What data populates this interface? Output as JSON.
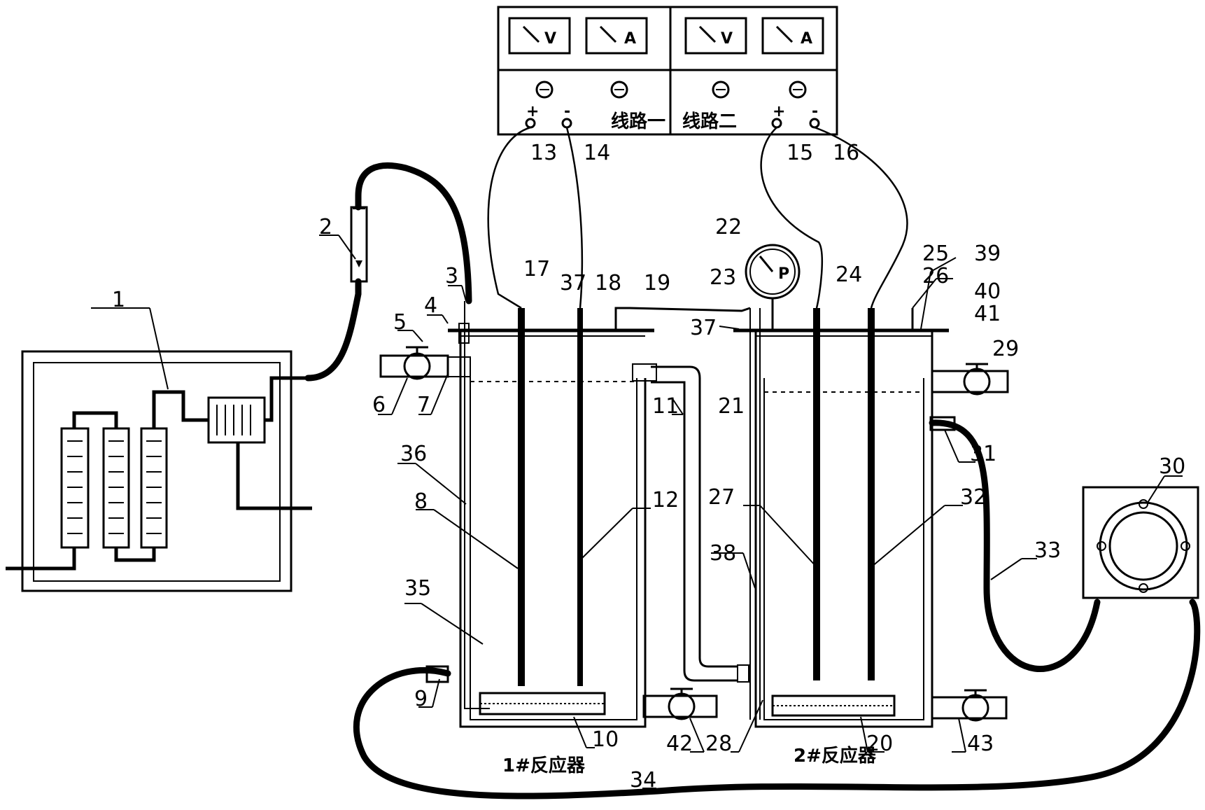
{
  "power_supply": {
    "circuit_one": "线路一",
    "circuit_two": "线路二",
    "meters": [
      {
        "unit": "V"
      },
      {
        "unit": "A"
      },
      {
        "unit": "V"
      },
      {
        "unit": "A"
      }
    ],
    "polarity": {
      "plus": "+",
      "minus": "-"
    }
  },
  "reactors": {
    "reactor_1": "1#反应器",
    "reactor_2": "2#反应器"
  },
  "gauge": {
    "symbol": "P"
  },
  "labels": {
    "n1": "1",
    "n2": "2",
    "n3": "3",
    "n4": "4",
    "n5": "5",
    "n6": "6",
    "n7": "7",
    "n8": "8",
    "n9": "9",
    "n10": "10",
    "n11": "11",
    "n12": "12",
    "n13": "13",
    "n14": "14",
    "n15": "15",
    "n16": "16",
    "n17": "17",
    "n18": "18",
    "n19": "19",
    "n20": "20",
    "n21": "21",
    "n22": "22",
    "n23": "23",
    "n24": "24",
    "n25": "25",
    "n26": "26",
    "n27": "27",
    "n28": "28",
    "n29": "29",
    "n30": "30",
    "n31": "31",
    "n32": "32",
    "n33": "33",
    "n34": "34",
    "n35": "35",
    "n36": "36",
    "n37a": "37",
    "n37b": "37",
    "n38": "38",
    "n39": "39",
    "n40": "40",
    "n41": "41",
    "n42": "42",
    "n43": "43"
  }
}
